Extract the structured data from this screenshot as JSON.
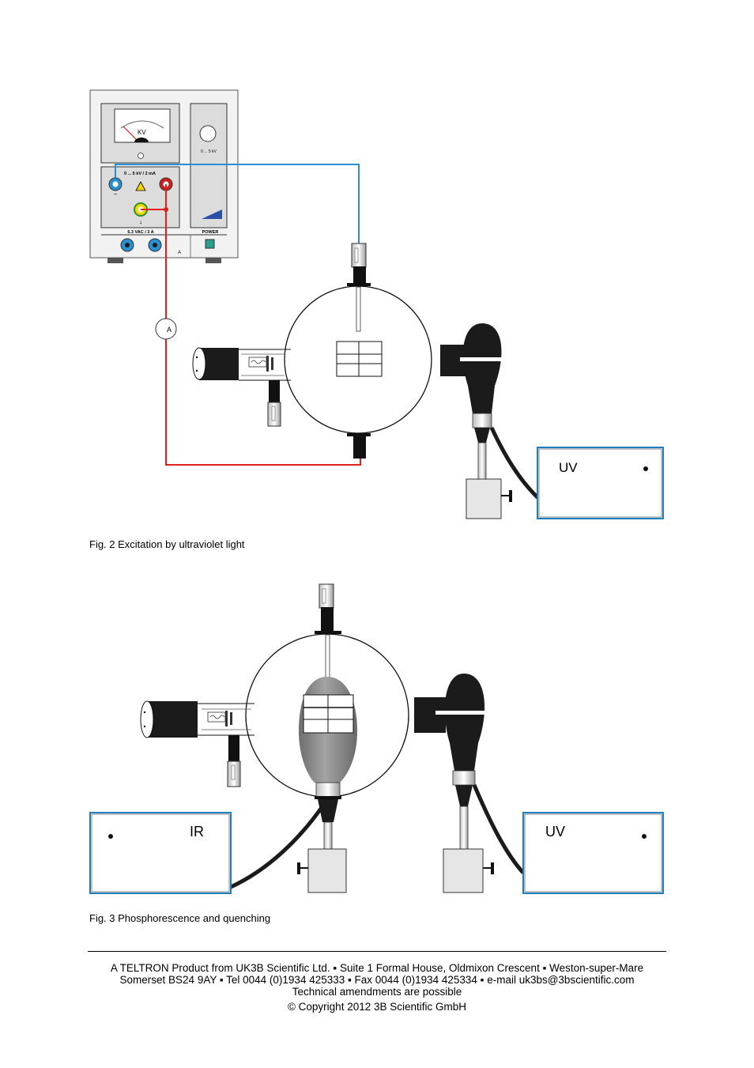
{
  "power_supply": {
    "meter_unit": "KV",
    "scale_label": "0 ... 5 kV",
    "output_label": "0 ... 5 kV / 2 mA",
    "lamp_label": "6.3 VAC / 3 A",
    "power_label": "POWER",
    "corner_label": "A",
    "minus_sign": "−"
  },
  "ammeter_label": "A",
  "lamp_labels": {
    "uv": "UV",
    "ir": "IR"
  },
  "figures": [
    {
      "caption": "Fig. 2 Excitation by ultraviolet light"
    },
    {
      "caption": "Fig. 3 Phosphorescence and quenching"
    }
  ],
  "footer": {
    "line1": "A TELTRON Product from UK3B Scientific Ltd. ▪ Suite 1 Formal House, Oldmixon Crescent ▪ Weston-super-Mare",
    "line2": "Somerset BS24 9AY ▪ Tel 0044 (0)1934 425333 ▪ Fax 0044 (0)1934 425334 ▪ e-mail uk3bs@3bscientific.com",
    "line3": "Technical amendments are possible",
    "line4": "© Copyright 2012 3B Scientific GmbH"
  },
  "colors": {
    "wire_positive": "#e0201b",
    "wire_negative": "#2a8fd0",
    "lamp_box_border": "#1e7fc0",
    "lamp_body": "#1b1b1b",
    "glow": "#8a8a8a"
  }
}
